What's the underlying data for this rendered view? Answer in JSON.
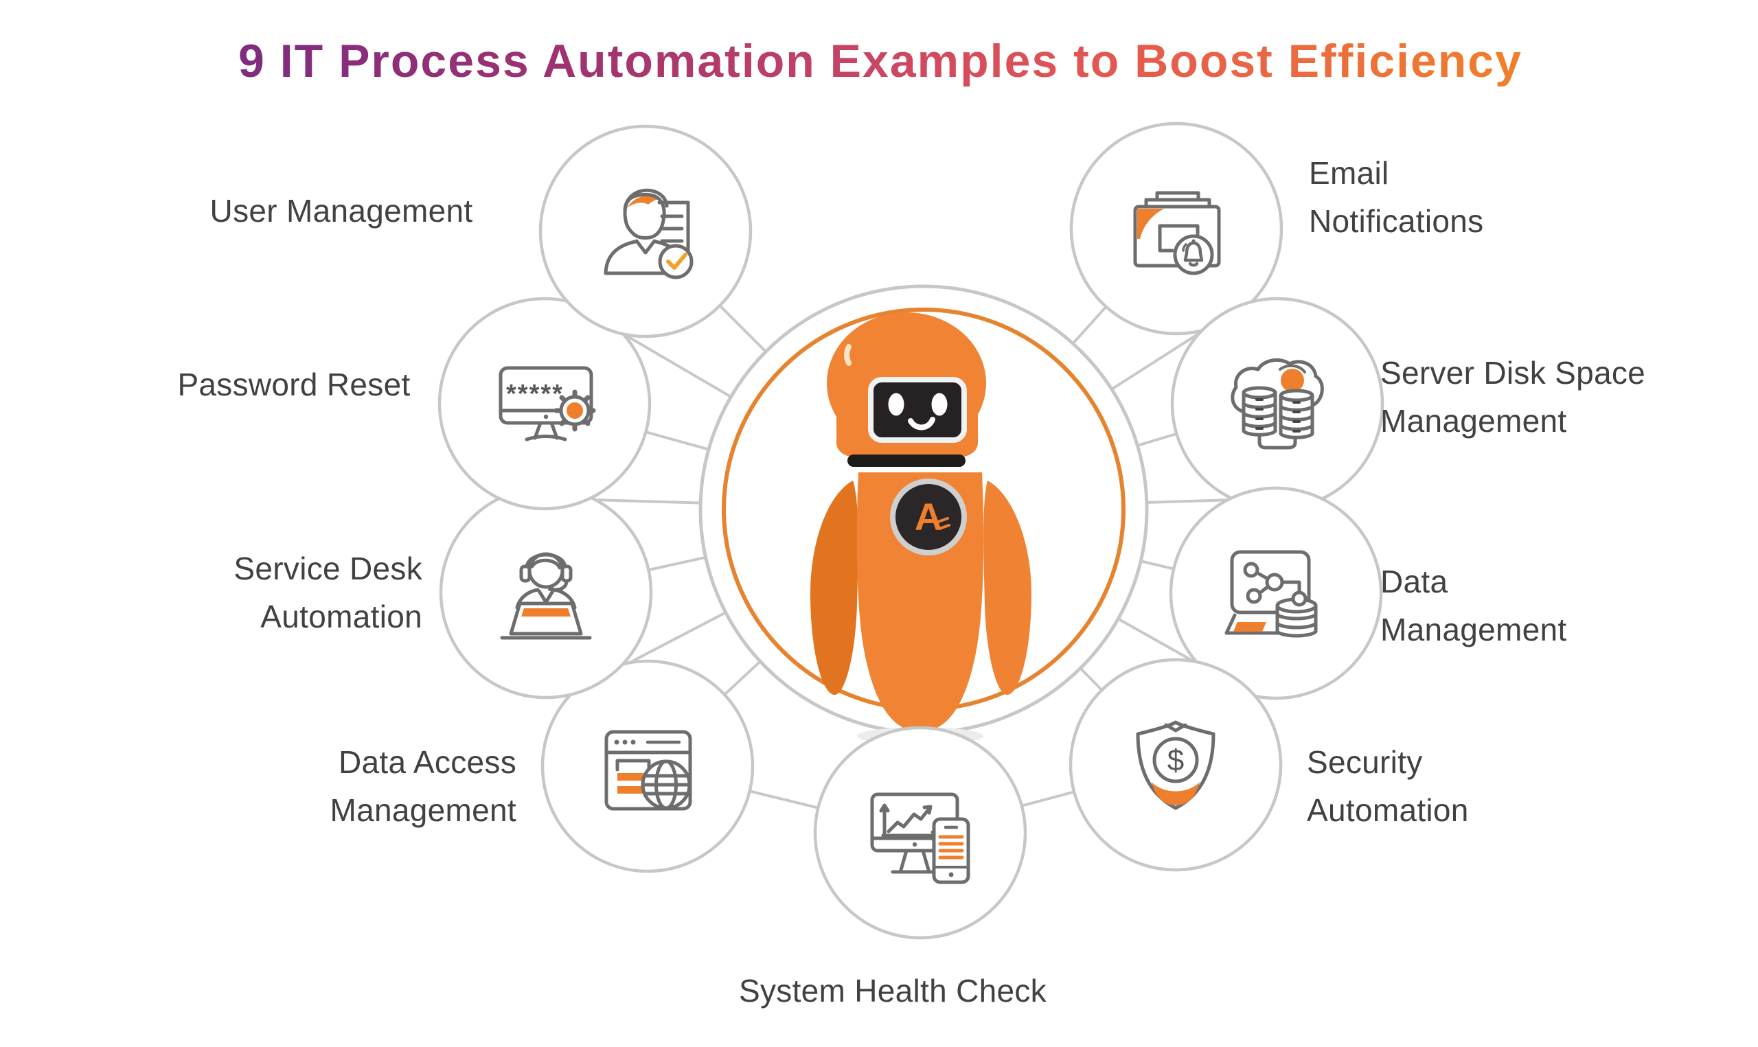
{
  "title": {
    "text": "9 IT Process Automation Examples to Boost Efficiency",
    "gradient_start": "#7E2B80",
    "gradient_mid": "#D44A5F",
    "gradient_end": "#F0802B"
  },
  "center": {
    "description": "orange robot mascot inside orange ring",
    "badge_letter": "A"
  },
  "icon_texts": {
    "password_mask": "*****",
    "dollar_sign": "$"
  },
  "colors": {
    "accent_orange": "#EE7F2D",
    "ring_orange": "#E5832F",
    "robot_orange": "#F08434",
    "line_gray": "#C8C8C8",
    "icon_stroke_gray": "#6D6D6D",
    "label_text": "#414042",
    "check_gold": "#EFA22E"
  },
  "nodes": [
    {
      "id": "user-management",
      "icon": "user-profile-check-icon",
      "lines": [
        "User Management"
      ]
    },
    {
      "id": "password-reset",
      "icon": "monitor-password-gear-icon",
      "lines": [
        "Password Reset"
      ]
    },
    {
      "id": "service-desk-automation",
      "icon": "support-agent-laptop-icon",
      "lines": [
        "Service Desk",
        "Automation"
      ]
    },
    {
      "id": "data-access-management",
      "icon": "browser-globe-icon",
      "lines": [
        "Data Access",
        "Management"
      ]
    },
    {
      "id": "system-health-check",
      "icon": "monitor-chart-phone-icon",
      "lines": [
        "System Health Check"
      ]
    },
    {
      "id": "security-automation",
      "icon": "shield-dollar-icon",
      "lines": [
        "Security",
        "Automation"
      ]
    },
    {
      "id": "data-management",
      "icon": "laptop-database-nodes-icon",
      "lines": [
        "Data",
        "Management"
      ]
    },
    {
      "id": "server-disk-space-management",
      "icon": "cloud-server-disks-icon",
      "lines": [
        "Server Disk Space",
        "Management"
      ]
    },
    {
      "id": "email-notifications",
      "icon": "mail-stack-bell-icon",
      "lines": [
        "Email",
        "Notifications"
      ]
    }
  ]
}
